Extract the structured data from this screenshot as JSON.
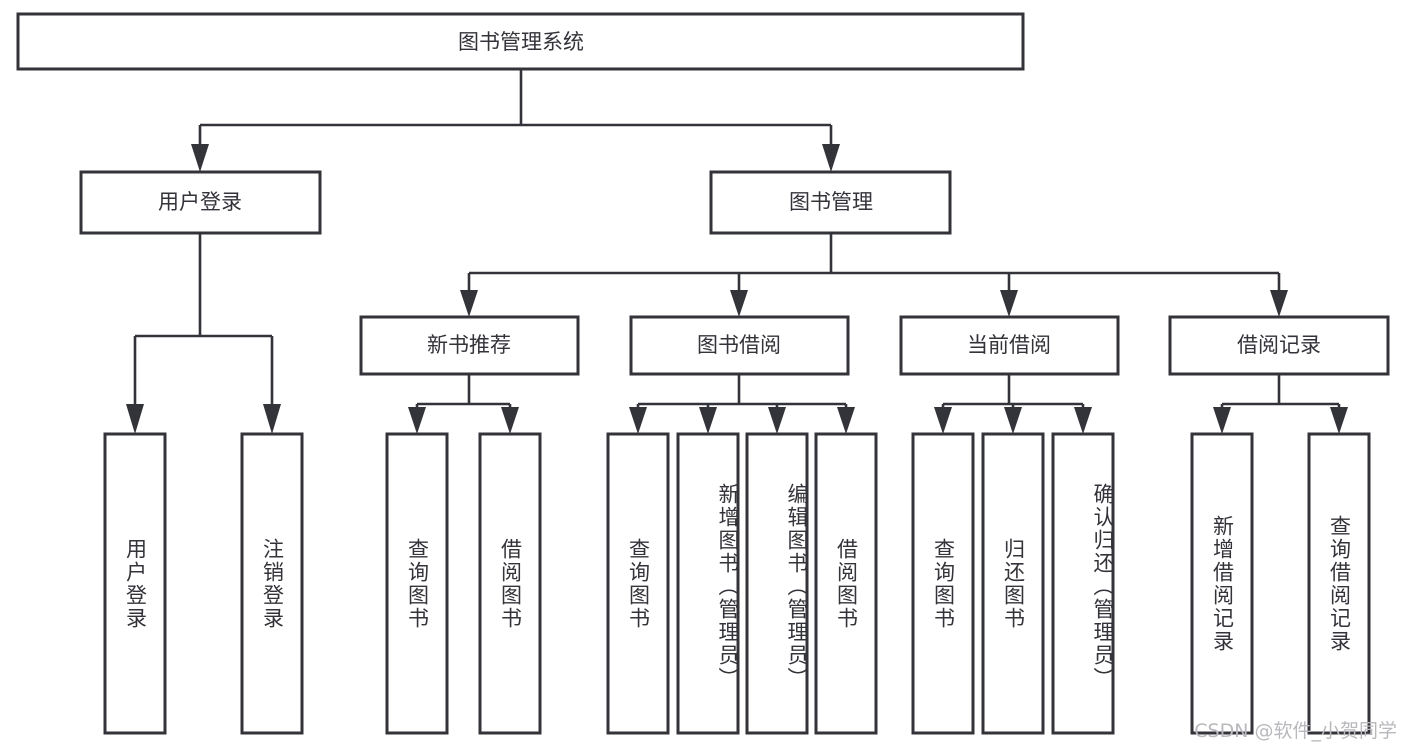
{
  "diagram": {
    "title_node": {
      "label": "图书管理系统"
    },
    "level2": [
      {
        "id": "user-login",
        "label": "用户登录"
      },
      {
        "id": "book-management",
        "label": "图书管理"
      }
    ],
    "level3": [
      {
        "id": "new-book-recommend",
        "label": "新书推荐"
      },
      {
        "id": "book-borrow",
        "label": "图书借阅"
      },
      {
        "id": "current-borrow",
        "label": "当前借阅"
      },
      {
        "id": "borrow-record",
        "label": "借阅记录"
      }
    ],
    "leaves": [
      {
        "id": "leaf-user-login",
        "label": "用户登录",
        "parent": "user-login"
      },
      {
        "id": "leaf-logout-login",
        "label": "注销登录",
        "parent": "user-login"
      },
      {
        "id": "leaf-query-book-1",
        "label": "查询图书",
        "parent": "new-book-recommend"
      },
      {
        "id": "leaf-borrow-book-1",
        "label": "借阅图书",
        "parent": "new-book-recommend"
      },
      {
        "id": "leaf-query-book-2",
        "label": "查询图书",
        "parent": "book-borrow"
      },
      {
        "id": "leaf-add-book",
        "label": "新增图书（管理员）",
        "parent": "book-borrow"
      },
      {
        "id": "leaf-edit-book",
        "label": "编辑图书（管理员）",
        "parent": "book-borrow"
      },
      {
        "id": "leaf-borrow-book-2",
        "label": "借阅图书",
        "parent": "book-borrow"
      },
      {
        "id": "leaf-query-book-3",
        "label": "查询图书",
        "parent": "current-borrow"
      },
      {
        "id": "leaf-return-book",
        "label": "归还图书",
        "parent": "current-borrow"
      },
      {
        "id": "leaf-confirm-return",
        "label": "确认归还（管理员）",
        "parent": "current-borrow"
      },
      {
        "id": "leaf-add-record",
        "label": "新增借阅记录",
        "parent": "borrow-record"
      },
      {
        "id": "leaf-query-record",
        "label": "查询借阅记录",
        "parent": "borrow-record"
      }
    ],
    "watermark": "CSDN @软件_小贺同学",
    "colors": {
      "stroke": "#33333a",
      "fill": "#ffffff",
      "text": "#33333a",
      "watermark": "#b9b9bd"
    }
  }
}
